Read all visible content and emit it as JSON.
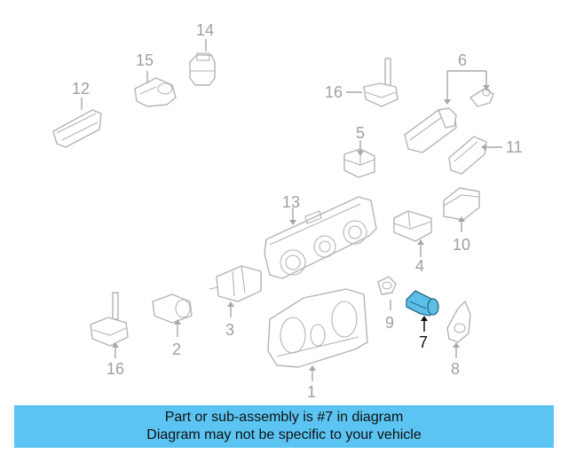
{
  "diagram": {
    "callouts": {
      "c1": "1",
      "c2": "2",
      "c3": "3",
      "c4": "4",
      "c5": "5",
      "c6": "6",
      "c7": "7",
      "c8": "8",
      "c9": "9",
      "c10": "10",
      "c11": "11",
      "c12": "12",
      "c13": "13",
      "c14": "14",
      "c15": "15",
      "c16a": "16",
      "c16b": "16"
    },
    "highlighted_part": "7",
    "highlight_color": "#5bbfe8",
    "line_color": "#b4b4b4"
  },
  "banner": {
    "line1": "Part or sub-assembly is #7 in diagram",
    "line2": "Diagram may not be specific to your vehicle",
    "background": "#5bc4f2"
  }
}
